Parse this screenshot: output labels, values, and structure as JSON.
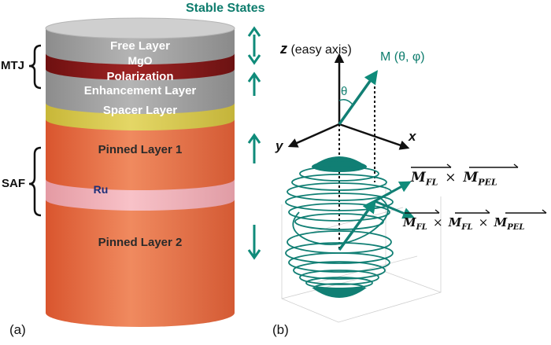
{
  "title": "Stable States",
  "layers": {
    "free": "Free Layer",
    "mgo": "MgO",
    "pel_line1": "Polarization",
    "pel_line2": "Enhancement Layer",
    "spacer": "Spacer Layer",
    "pinned1": "Pinned Layer 1",
    "ru": "Ru",
    "pinned2": "Pinned Layer 2"
  },
  "groups": {
    "mtj": "MTJ",
    "saf": "SAF"
  },
  "panels": {
    "a": "(a)",
    "b": "(b)"
  },
  "axes": {
    "z": "z",
    "z_note": "(easy axis)",
    "x": "x",
    "y": "y"
  },
  "magnetization": {
    "label": "M (θ, φ)",
    "theta": "θ"
  },
  "vectors": {
    "term1_a": "M",
    "term1_a_sub": "FL",
    "op1": "×",
    "term1_b": "M",
    "term1_b_sub": "PEL",
    "term2_a": "M",
    "term2_a_sub": "FL",
    "op2a": "×",
    "term2_b": "M",
    "term2_b_sub": "FL",
    "op2b": "×",
    "term2_c": "M",
    "term2_c_sub": "PEL"
  },
  "arrows": {
    "free": "double-arrow-icon",
    "pel": "up-arrow-icon",
    "pinned1": "up-arrow-icon",
    "pinned2": "down-arrow-icon"
  },
  "colors": {
    "free_layer": "#a8a8a8",
    "mgo": "#8b1a1a",
    "pel": "#8e8e8e",
    "spacer": "#d7c94c",
    "pinned": "#e8714a",
    "ru": "#f2b0b8",
    "accent": "#0f8b7a"
  }
}
